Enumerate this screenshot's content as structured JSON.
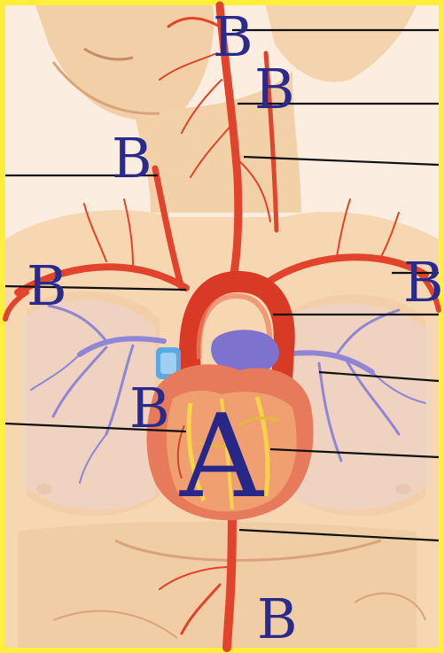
{
  "labels": {
    "main": "A",
    "b1": "B",
    "b2": "B",
    "b3": "B",
    "b4": "B",
    "b5": "B",
    "b6": "B",
    "b7": "B"
  },
  "colors": {
    "frame": "#ffef3a",
    "skin": "#f6d7b2",
    "skin_shadow": "#e7b88a",
    "artery": "#e2432c",
    "vein": "#8f86d6",
    "label": "#2a2a8c",
    "leader_line": "#111111"
  }
}
